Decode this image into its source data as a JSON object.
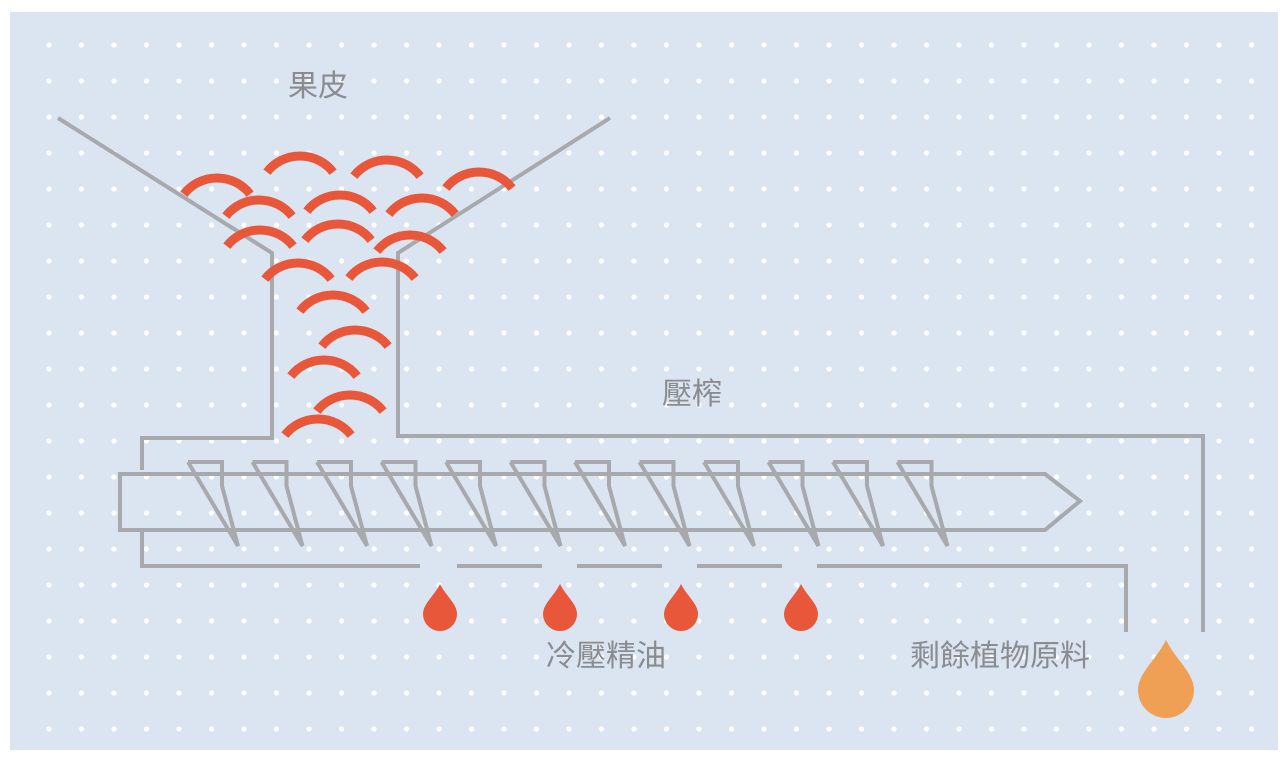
{
  "colors": {
    "panel_background": "#dbe4f1",
    "dots": "#ffffff",
    "machine_outline": "#a7a9ad",
    "peel": "#e8573a",
    "oil_drop": "#e8573a",
    "residue_drop": "#f0a055",
    "label_text": "#8a8c90"
  },
  "labels": {
    "peel": "果皮",
    "press": "壓榨",
    "cold_pressed_oil": "冷壓精油",
    "residual_material": "剩餘植物原料"
  },
  "icons": {
    "peel": "peel-arc-icon",
    "oil": "oil-drop-icon",
    "residue": "residue-drop-icon"
  }
}
